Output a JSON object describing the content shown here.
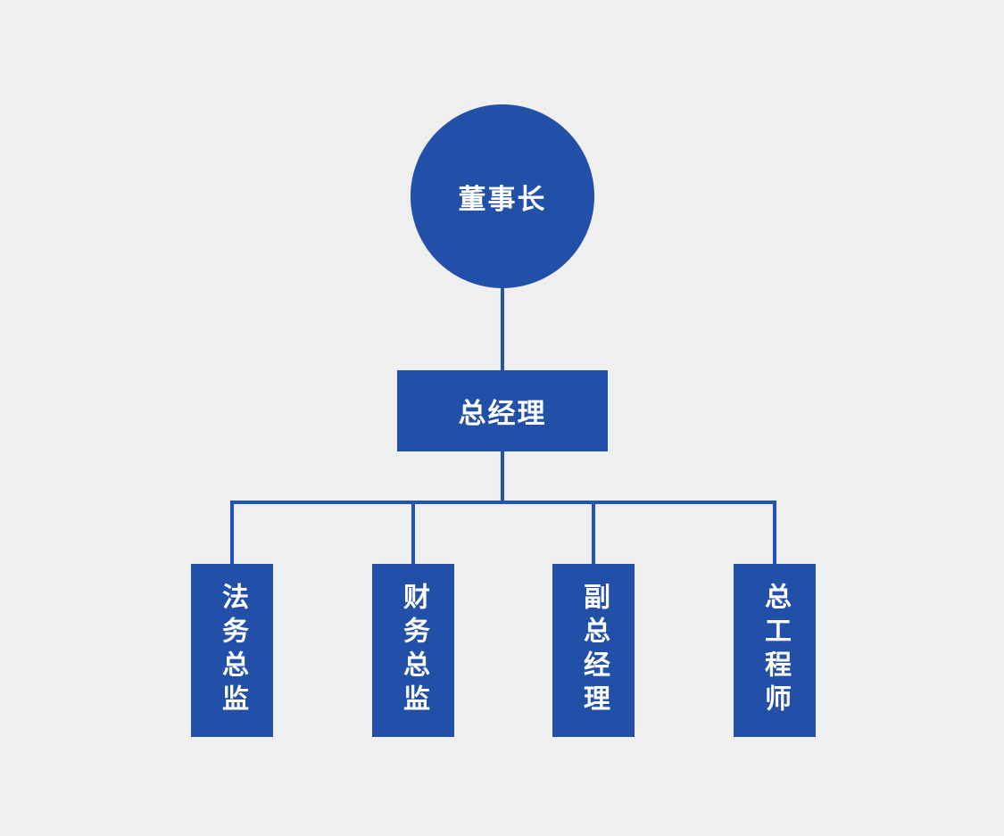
{
  "colors": {
    "background": "#efeff0",
    "node_fill": "#2250a8",
    "connector": "#2154b4",
    "node_text": "#ffffff"
  },
  "org_chart": {
    "root": {
      "label": "董事长",
      "shape": "circle"
    },
    "level2": {
      "label": "总经理",
      "shape": "rectangle"
    },
    "level3": [
      {
        "label": "法务总监"
      },
      {
        "label": "财务总监"
      },
      {
        "label": "副总经理"
      },
      {
        "label": "总工程师"
      }
    ]
  }
}
